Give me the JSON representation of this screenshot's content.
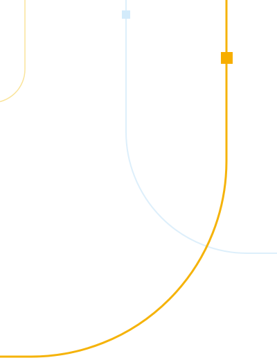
{
  "colors": {
    "background": "#ffffff",
    "primary_line": "#F5B30A",
    "primary_marker": "#F7AE00",
    "secondary_line": "#FAE49A",
    "tertiary_line": "#DDEFFB",
    "tertiary_marker": "#D3EBFB"
  },
  "decoration": {
    "lines": [
      "primary-line",
      "secondary-line",
      "tertiary-line"
    ],
    "markers": [
      "primary-marker",
      "tertiary-marker"
    ]
  }
}
